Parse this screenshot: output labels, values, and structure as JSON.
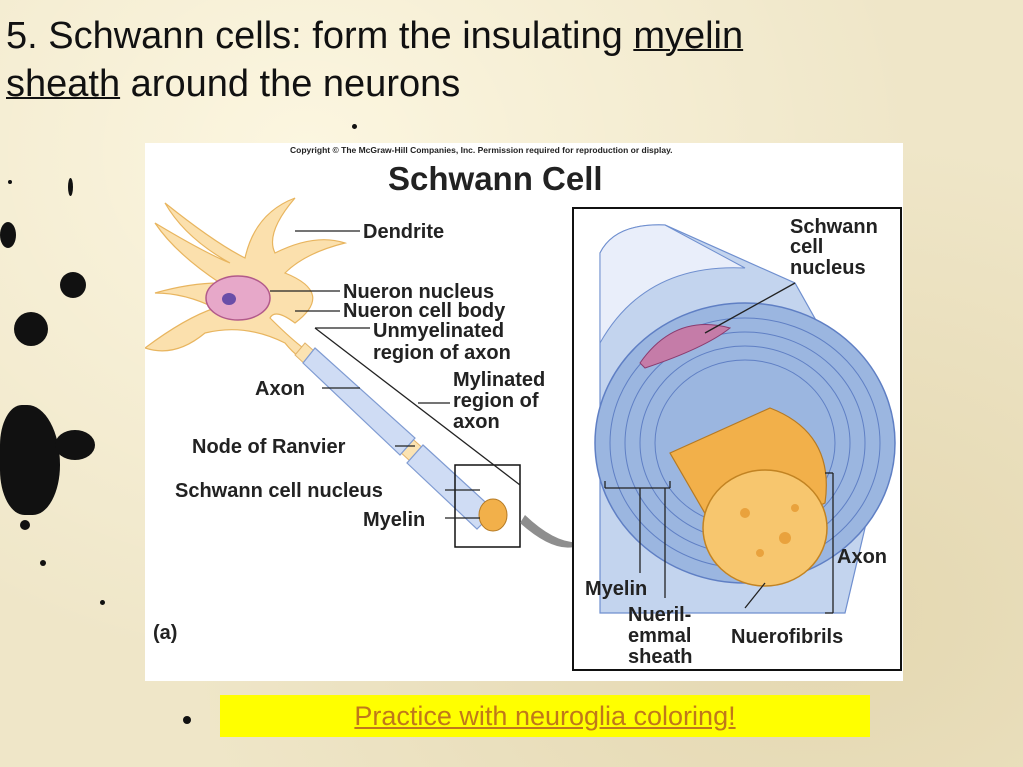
{
  "slide": {
    "title_prefix": "5.  Schwann cells:  form the insulating ",
    "title_link_1": "myelin",
    "title_link_2": "sheath",
    "title_suffix": " around the neurons"
  },
  "figure": {
    "copyright": "Copyright © The McGraw-Hill Companies, Inc. Permission required for reproduction or display.",
    "heading": "Schwann Cell",
    "panel_label": "(a)",
    "left_labels": {
      "dendrite": "Dendrite",
      "neuron_nucleus": "Nueron nucleus",
      "neuron_cell_body": "Nueron cell body",
      "unmyelinated_1": "Unmyelinated",
      "unmyelinated_2": "region of axon",
      "axon": "Axon",
      "mylinated_1": "Mylinated",
      "mylinated_2": "region of",
      "mylinated_3": "axon",
      "node_of_ranvier": "Node of Ranvier",
      "schwann_cell_nucleus": "Schwann cell nucleus",
      "myelin": "Myelin"
    },
    "right_labels": {
      "schwann_1": "Schwann",
      "schwann_2": "cell",
      "schwann_3": "nucleus",
      "axon": "Axon",
      "myelin": "Myelin",
      "neurilemma_1": "Nueril-",
      "neurilemma_2": "emmal",
      "neurilemma_3": "sheath",
      "neurofibrils": "Nuerofibrils"
    }
  },
  "banner": {
    "link_text": "Practice with neuroglia coloring!"
  },
  "colors": {
    "banner_bg": "#ffff00",
    "link": "#c0781a",
    "myelin_blue": "#8aa8d8",
    "axon_orange": "#f2b04a"
  }
}
